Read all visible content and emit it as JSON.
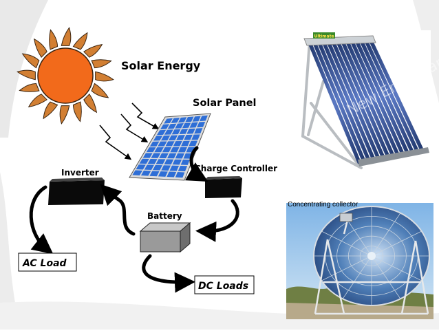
{
  "labels": {
    "solar_energy": "Solar Energy",
    "solar_panel": "Solar Panel",
    "charge_controller": "Charge Controller",
    "inverter": "Inverter",
    "battery": "Battery",
    "ac_load": "AC Load",
    "dc_loads": "DC Loads"
  },
  "photos": {
    "collector_caption": "Concentrating collector",
    "panel_watermark": "New Era Solar",
    "brand_tag": "Ultimate"
  },
  "colors": {
    "sun_core": "#f26a1b",
    "sun_ray": "#d27f33",
    "panel_cell": "#2e6ed6",
    "tube": "#3c58a0",
    "sky": "#9cc6ea",
    "dish": "#4f7fb8"
  }
}
